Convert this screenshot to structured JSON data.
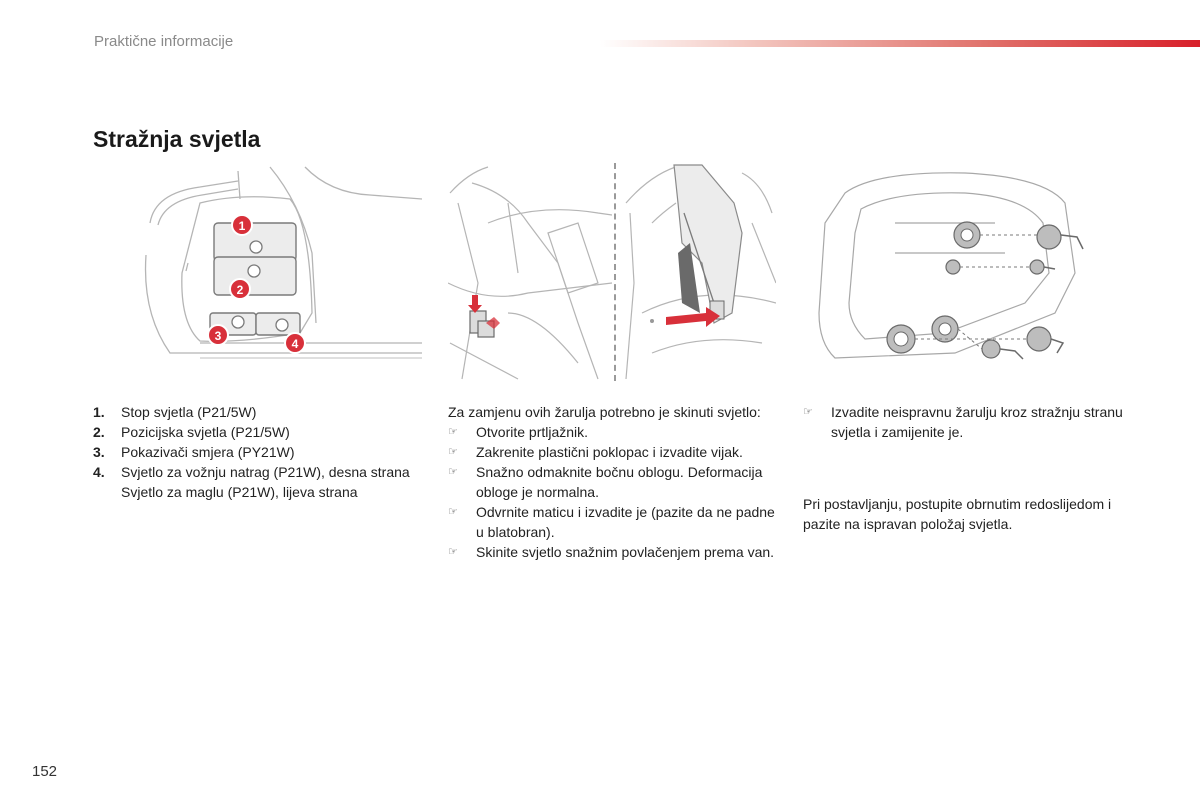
{
  "header": {
    "section": "Praktične informacije"
  },
  "title": "Stražnja svjetla",
  "figure1": {
    "callouts": [
      "1",
      "2",
      "3",
      "4"
    ]
  },
  "legend": [
    {
      "num": "1.",
      "text": "Stop svjetla (P21/5W)"
    },
    {
      "num": "2.",
      "text": "Pozicijska svjetla (P21/5W)"
    },
    {
      "num": "3.",
      "text": "Pokazivači smjera (PY21W)"
    },
    {
      "num": "4.",
      "text": "Svjetlo za vožnju natrag (P21W), desna strana Svjetlo za maglu (P21W), lijeva strana"
    }
  ],
  "middle": {
    "intro": "Za zamjenu ovih žarulja potrebno je skinuti svjetlo:",
    "bullet": "☞",
    "steps": [
      "Otvorite prtljažnik.",
      "Zakrenite plastični poklopac i izvadite vijak.",
      "Snažno odmaknite bočnu oblogu. Deformacija obloge je normalna.",
      "Odvrnite maticu i izvadite je (pazite da ne padne u blatobran).",
      "Skinite svjetlo snažnim povlačenjem prema van."
    ]
  },
  "right": {
    "bullet": "☞",
    "step": "Izvadite neispravnu žarulju kroz stražnju stranu svjetla i zamijenite je.",
    "note": "Pri postavljanju, postupite obrnutim redoslijedom i pazite na ispravan položaj svjetla."
  },
  "page_number": "152",
  "colors": {
    "accent_red": "#d8202a",
    "callout_red": "#d8303a",
    "line_gray": "#a0a0a0"
  }
}
